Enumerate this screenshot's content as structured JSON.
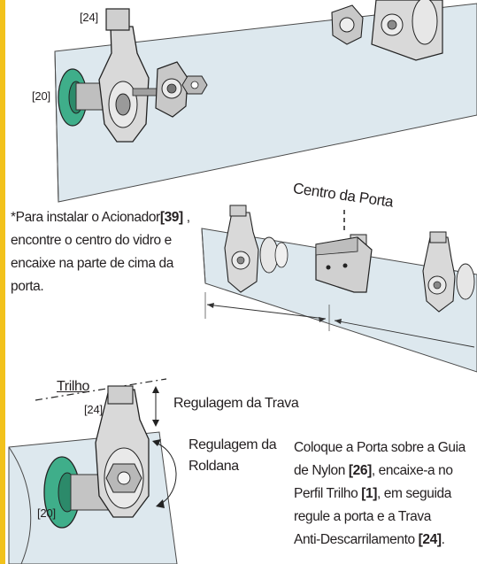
{
  "accent_stripe_color": "#f2c21b",
  "glass_color": "#dde8ee",
  "wheel_color": "#3fae8a",
  "refs": {
    "top_24": "[24]",
    "top_20": "[20]",
    "mid_24": "[24]",
    "bottom_20": "[20]"
  },
  "labels": {
    "centro_da_porta": "Centro da Porta",
    "trilho": "Trilho",
    "regulagem_da_trava": "Regulagem da Trava",
    "regulagem_da": "Regulagem da",
    "roldana": "Roldana"
  },
  "note": {
    "line1_pre": "*Para instalar o Acionador",
    "line1_bold": "[39]",
    "line1_post": " ,",
    "line2": "encontre o centro do vidro e",
    "line3": "encaixe na parte de cima da",
    "line4": "porta."
  },
  "instructions": {
    "line1": "Coloque a Porta sobre a Guia",
    "line2_pre": "de Nylon ",
    "line2_bold": "[26]",
    "line2_post": ", encaixe-a no",
    "line3_pre": "Perfil Trilho ",
    "line3_bold": "[1]",
    "line3_post": ", em seguida",
    "line4": "regule a porta e a Trava",
    "line5_pre": "Anti-Descarrilamento ",
    "line5_bold": "[24]",
    "line5_post": "."
  }
}
